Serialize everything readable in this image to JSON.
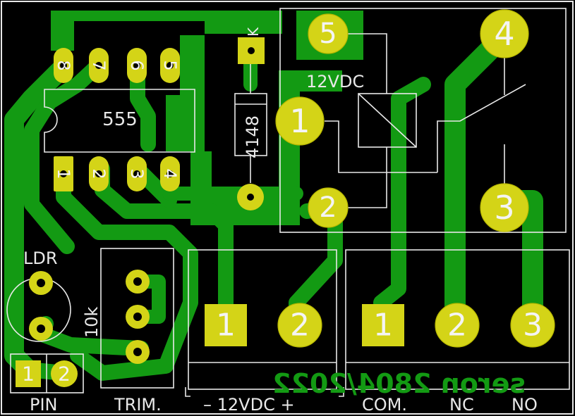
{
  "board": {
    "background": "#000000",
    "copper_color": "#139a13",
    "pad_color": "#d4d417",
    "silk_color": "#e8e8e8"
  },
  "labels": {
    "ic": "555",
    "relay_voltage": "12VDC",
    "diode": "4148",
    "diode_k": "K",
    "ldr": "LDR",
    "trimmer": "10k",
    "pin": "PIN",
    "trim": "TRIM.",
    "power": "– 12VDC +",
    "com": "COM.",
    "nc": "NC",
    "no": "NO",
    "copper_signature": "seron 2804/2022"
  },
  "pads": {
    "ic_top": [
      "8",
      "7",
      "6",
      "5"
    ],
    "ic_bottom": [
      "1",
      "2",
      "3",
      "4"
    ],
    "relay": [
      "5",
      "1",
      "2",
      "4",
      "3"
    ],
    "power_terminal": [
      "1",
      "2"
    ],
    "output_terminal": [
      "1",
      "2",
      "3"
    ],
    "pin_header": [
      "1",
      "2"
    ]
  }
}
